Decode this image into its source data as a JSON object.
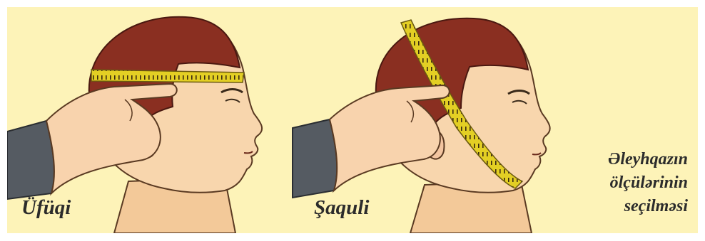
{
  "figure": {
    "left_label": "Üfüqi",
    "middle_label": "Şaquli",
    "caption_lines": [
      "Əleyhqazın",
      "ölçülərinin",
      "seçilməsi"
    ]
  },
  "colors": {
    "background": "#fdf3b8",
    "skin": "#f8d6ad",
    "hair": "#8a2f21",
    "tape": "#e3cf24",
    "sleeve": "#555b62",
    "text": "#2b2b2b"
  },
  "icons": {
    "left": "head-horizontal-measurement-illustration",
    "middle": "head-vertical-measurement-illustration"
  }
}
